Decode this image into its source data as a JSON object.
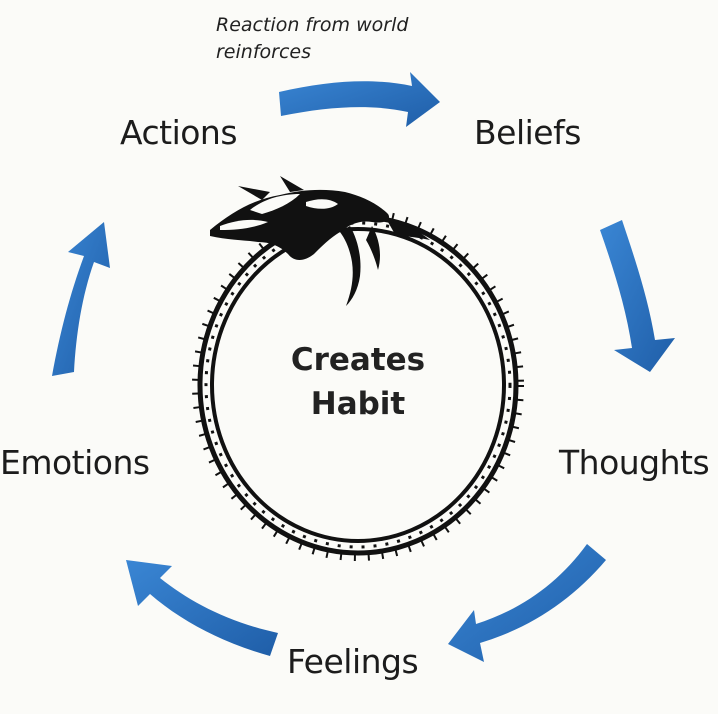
{
  "cycle": {
    "center": {
      "line1": "Creates",
      "line2": "Habit"
    },
    "nodes": {
      "actions": "Actions",
      "beliefs": "Beliefs",
      "thoughts": "Thoughts",
      "feelings": "Feelings",
      "emotions": "Emotions"
    },
    "reinforce_caption": {
      "line1": "Reaction from world",
      "line2": "reinforces"
    }
  },
  "colors": {
    "arrow": "#2b72c0",
    "serpent": "#111111",
    "text": "#1c1c1c",
    "background": "#fbfbf8"
  },
  "icons": {
    "arrows": "curved-arrow-icon",
    "serpent": "ouroboros-serpent-icon"
  }
}
